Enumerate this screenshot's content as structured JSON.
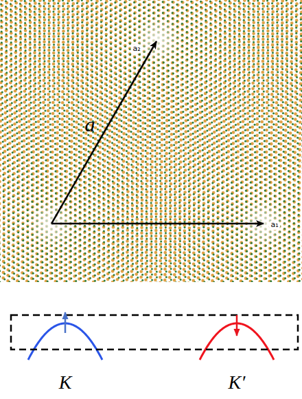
{
  "diagram": {
    "labels": [
      "a₂",
      "a",
      "a₁",
      "K",
      "K′"
    ]
  }
}
